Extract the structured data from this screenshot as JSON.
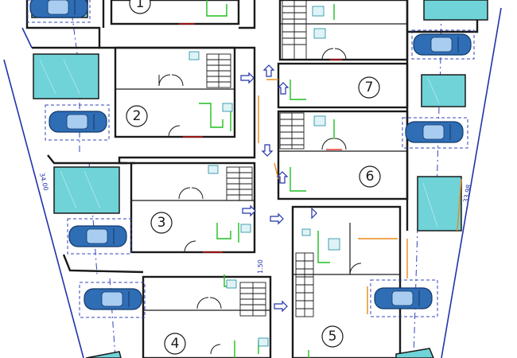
{
  "units": [
    {
      "label": "1"
    },
    {
      "label": "2"
    },
    {
      "label": "3"
    },
    {
      "label": "4"
    },
    {
      "label": "5"
    },
    {
      "label": "6"
    },
    {
      "label": "7"
    }
  ],
  "dimensions": {
    "left_length": "34.00",
    "right_length": "33.98",
    "corridor_width": "1.50"
  },
  "colors": {
    "walls": "#1a1a1a",
    "boundary": "#2233aa",
    "pool": "#6fd3d8",
    "car": "#2f6db5",
    "plumbing": "#1fbf1f",
    "electrical": "#e88a1a",
    "annotation_red": "#e01010"
  }
}
